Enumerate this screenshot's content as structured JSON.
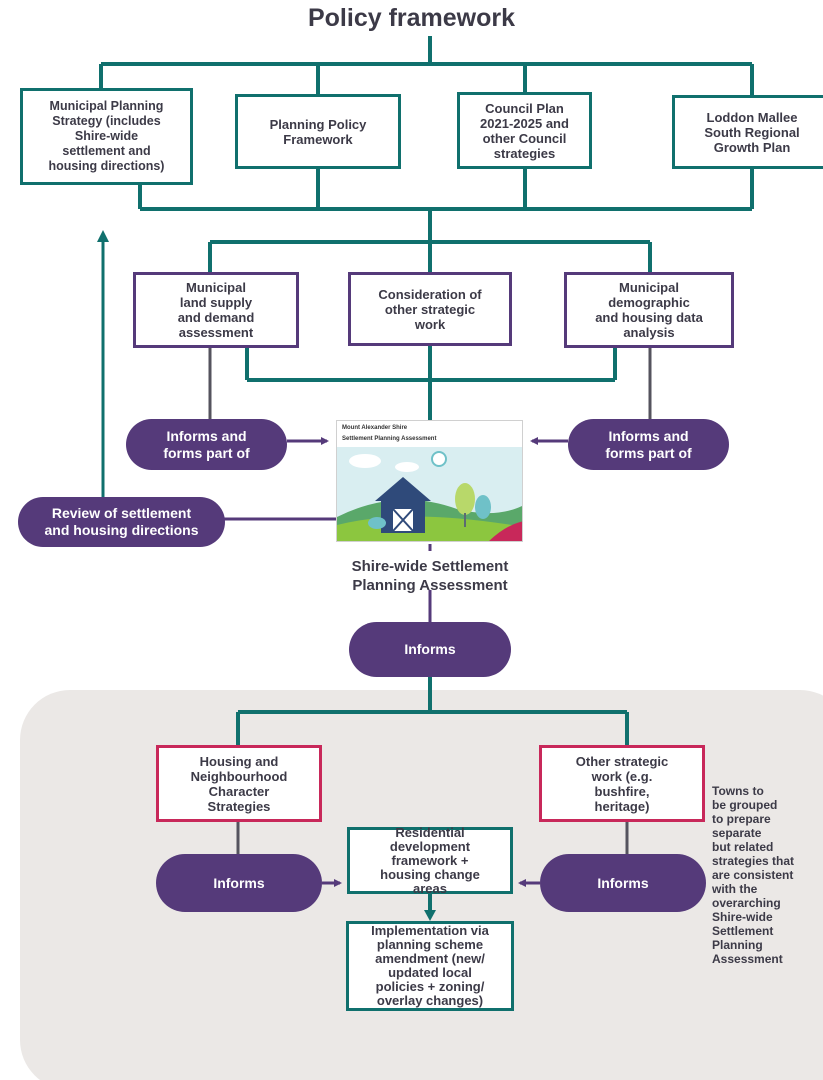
{
  "title": "Policy framework",
  "top_boxes": [
    "Municipal Planning\nStrategy (includes\nShire-wide\nsettlement and\nhousing directions)",
    "Planning Policy\nFramework",
    "Council Plan\n2021-2025 and\nother Council\nstrategies",
    "Loddon Mallee\nSouth Regional\nGrowth Plan"
  ],
  "mid_boxes": [
    "Municipal\nland supply\nand demand\nassessment",
    "Consideration of\nother strategic\nwork",
    "Municipal\ndemographic\nand housing data\nanalysis"
  ],
  "informs_forms_left": "Informs and\nforms part of",
  "informs_forms_right": "Informs and\nforms part of",
  "review_pill": "Review of settlement\nand housing directions",
  "report_thumbnail": {
    "title": "Mount Alexander Shire",
    "subtitle": "Settlement Planning Assessment"
  },
  "assessment_caption": "Shire-wide Settlement\nPlanning Assessment",
  "informs_center": "Informs",
  "housing_box": "Housing and\nNeighbourhood\nCharacter\nStrategies",
  "other_work_box": "Other strategic\nwork (e.g.\nbushfire,\nheritage)",
  "informs_left": "Informs",
  "informs_right": "Informs",
  "residential_box": "Residential\ndevelopment\nframework +\nhousing change\nareas",
  "implementation_box": "Implementation via\nplanning scheme\namendment (new/\nupdated local\npolicies + zoning/\noverlay changes)",
  "side_note": "Towns to\nbe grouped\nto prepare\nseparate\nbut related\nstrategies that\nare consistent\nwith the\noverarching\nShire-wide\nSettlement\nPlanning\nAssessment",
  "colors": {
    "teal": "#10706d",
    "purple": "#553a7a",
    "crimson": "#c8285a",
    "text": "#3c3a47",
    "panel": "#ebe8e6",
    "connector_grey": "#55535e"
  }
}
